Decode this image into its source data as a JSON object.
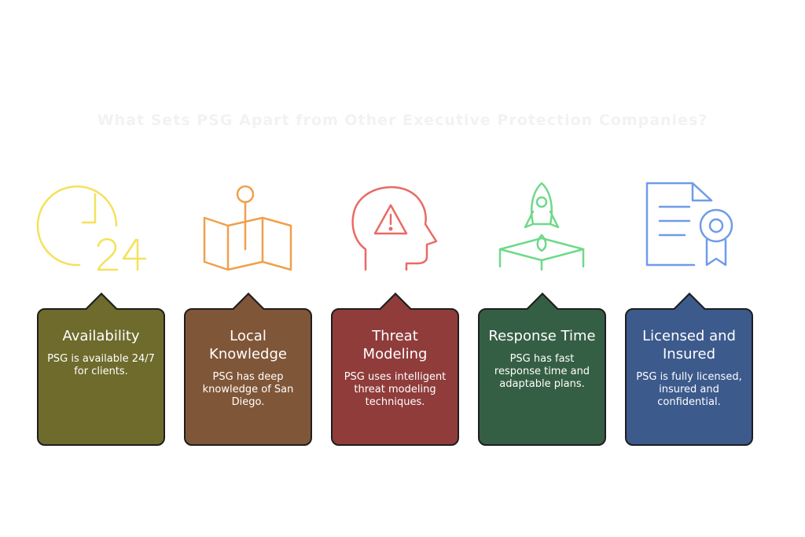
{
  "title": "What Sets PSG Apart from Other Executive Protection Companies?",
  "colors": {
    "availability": "#6e6b2c",
    "local_knowledge": "#805638",
    "threat_modeling": "#8f3c3b",
    "response_time": "#355f44",
    "licensed": "#3c5a8c",
    "icon_yellow": "#f5e15a",
    "icon_orange": "#f0a04b",
    "icon_red": "#e96a64",
    "icon_green": "#6fd98a",
    "icon_blue": "#6f9ce8"
  },
  "cards": [
    {
      "title": "Availability",
      "text": "PSG is available 24/7 for clients.",
      "icon": "clock-24-icon"
    },
    {
      "title": "Local Knowledge",
      "text": "PSG has deep knowledge of San Diego.",
      "icon": "map-pin-icon"
    },
    {
      "title": "Threat Modeling",
      "text": "PSG uses intelligent threat modeling techniques.",
      "icon": "head-warning-icon"
    },
    {
      "title": "Response Time",
      "text": "PSG has fast response time and adaptable plans.",
      "icon": "rocket-launch-icon"
    },
    {
      "title": "Licensed and Insured",
      "text": "PSG is fully licensed, insured and confidential.",
      "icon": "certificate-icon"
    }
  ]
}
